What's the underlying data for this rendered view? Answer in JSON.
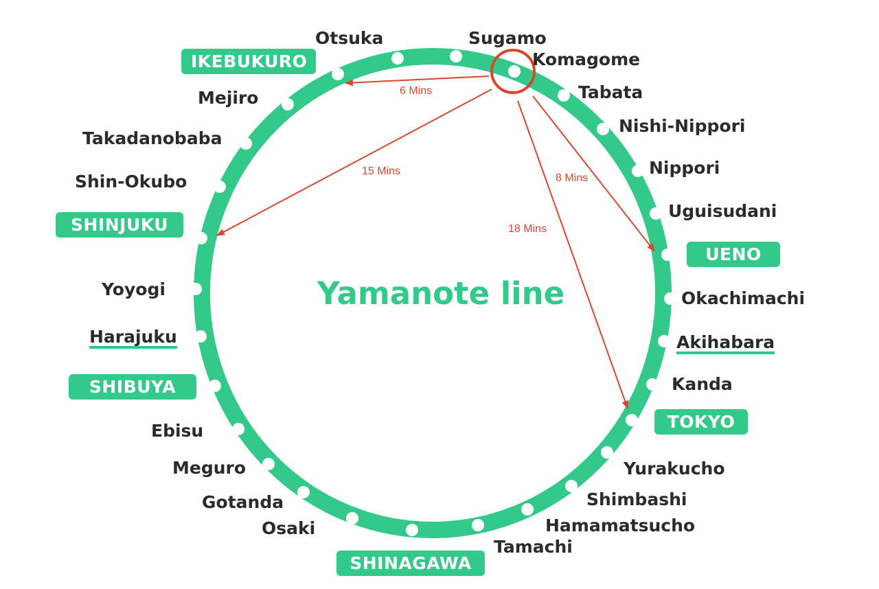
{
  "title": "Yamanote line",
  "colors": {
    "line": "#32c98a",
    "route": "#d9462b",
    "station_dot": "#ffffff",
    "label_text": "#2b2b2b"
  },
  "origin_station": "Komagome",
  "stations": [
    {
      "name": "Otsuka",
      "major": false,
      "underlined": false
    },
    {
      "name": "Sugamo",
      "major": false,
      "underlined": false
    },
    {
      "name": "Komagome",
      "major": false,
      "underlined": false
    },
    {
      "name": "Tabata",
      "major": false,
      "underlined": false
    },
    {
      "name": "Nishi-Nippori",
      "major": false,
      "underlined": false
    },
    {
      "name": "Nippori",
      "major": false,
      "underlined": false
    },
    {
      "name": "Uguisudani",
      "major": false,
      "underlined": false
    },
    {
      "name": "UENO",
      "major": true,
      "underlined": false
    },
    {
      "name": "Okachimachi",
      "major": false,
      "underlined": false
    },
    {
      "name": "Akihabara",
      "major": false,
      "underlined": true
    },
    {
      "name": "Kanda",
      "major": false,
      "underlined": false
    },
    {
      "name": "TOKYO",
      "major": true,
      "underlined": false
    },
    {
      "name": "Yurakucho",
      "major": false,
      "underlined": false
    },
    {
      "name": "Shimbashi",
      "major": false,
      "underlined": false
    },
    {
      "name": "Hamamatsucho",
      "major": false,
      "underlined": false
    },
    {
      "name": "Tamachi",
      "major": false,
      "underlined": false
    },
    {
      "name": "SHINAGAWA",
      "major": true,
      "underlined": false
    },
    {
      "name": "Osaki",
      "major": false,
      "underlined": false
    },
    {
      "name": "Gotanda",
      "major": false,
      "underlined": false
    },
    {
      "name": "Meguro",
      "major": false,
      "underlined": false
    },
    {
      "name": "Ebisu",
      "major": false,
      "underlined": false
    },
    {
      "name": "SHIBUYA",
      "major": true,
      "underlined": false
    },
    {
      "name": "Harajuku",
      "major": false,
      "underlined": true
    },
    {
      "name": "Yoyogi",
      "major": false,
      "underlined": false
    },
    {
      "name": "SHINJUKU",
      "major": true,
      "underlined": false
    },
    {
      "name": "Shin-Okubo",
      "major": false,
      "underlined": false
    },
    {
      "name": "Takadanobaba",
      "major": false,
      "underlined": false
    },
    {
      "name": "Mejiro",
      "major": false,
      "underlined": false
    },
    {
      "name": "IKEBUKURO",
      "major": true,
      "underlined": false
    }
  ],
  "travel_times": [
    {
      "to": "IKEBUKURO",
      "label": "6 Mins"
    },
    {
      "to": "SHINJUKU",
      "label": "15 Mins"
    },
    {
      "to": "UENO",
      "label": "8 Mins"
    },
    {
      "to": "TOKYO",
      "label": "18 Mins"
    }
  ]
}
